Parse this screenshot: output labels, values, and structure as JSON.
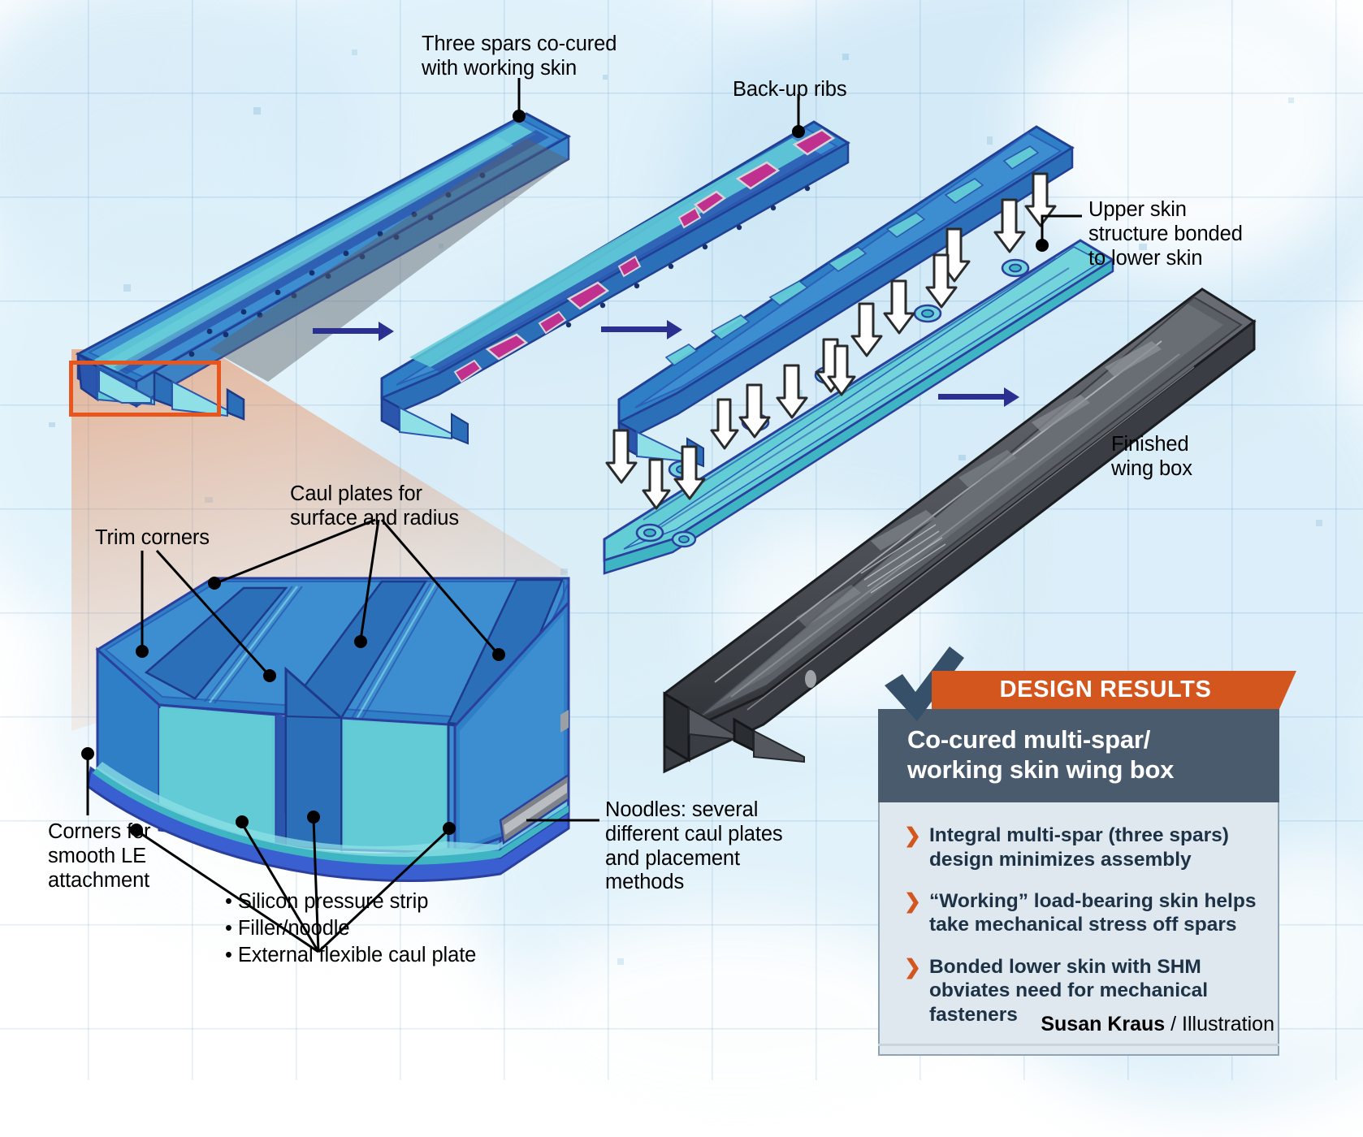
{
  "figure": {
    "title": "Co-cured multi-spar / working skin wing box assembly sequence",
    "credit_name": "Susan Kraus",
    "credit_role": "Illustration",
    "credit_separator": "/"
  },
  "callouts": {
    "three_spars": "Three spars co-cured\nwith working skin",
    "three_spars_line1": "Three spars co-cured",
    "three_spars_line2": "with working skin",
    "backup_ribs": "Back-up ribs",
    "upper_skin_line1": "Upper skin",
    "upper_skin_line2": "structure bonded",
    "upper_skin_line3": "to lower skin",
    "finished_line1": "Finished",
    "finished_line2": "wing box",
    "trim_corners": "Trim corners",
    "caul_plates_line1": "Caul plates for",
    "caul_plates_line2": "surface and radius",
    "corners_le_line1": "Corners for",
    "corners_le_line2": "smooth LE",
    "corners_le_line3": "attachment",
    "noodles_line1": "Noodles: several",
    "noodles_line2": "different caul plates",
    "noodles_line3": "and placement",
    "noodles_line4": "methods",
    "detail_bullets": [
      "Silicon pressure strip",
      "Filler/noodle",
      "External flexible caul plate"
    ]
  },
  "design_results": {
    "banner_label": "DESIGN RESULTS",
    "heading_line1": "Co-cured multi-spar/",
    "heading_line2": "working skin wing box",
    "bullets": [
      "Integral multi-spar (three spars) design minimizes assembly",
      "“Working” load-bearing skin helps take mechanical stress off spars",
      "Bonded lower skin with SHM obviates need for mechanical fasteners"
    ],
    "bullet_marker": "❯"
  },
  "colors": {
    "accent_orange": "#d4561f",
    "card_header_slate": "#4a5b6e",
    "card_body": "#dfe7ef",
    "card_border": "#8fa3b5",
    "bullet_text": "#1e3246",
    "process_arrow": "#2b2f8f",
    "spar_blue": "#2f7fc6",
    "spar_blue_dark": "#2b3f9e",
    "spar_cyan": "#63cdd6",
    "rib_magenta": "#c0318f",
    "finished_dark": "#4b4f55",
    "detail_box_outline": "#e8551d",
    "background_wash": "#dbeef8"
  }
}
